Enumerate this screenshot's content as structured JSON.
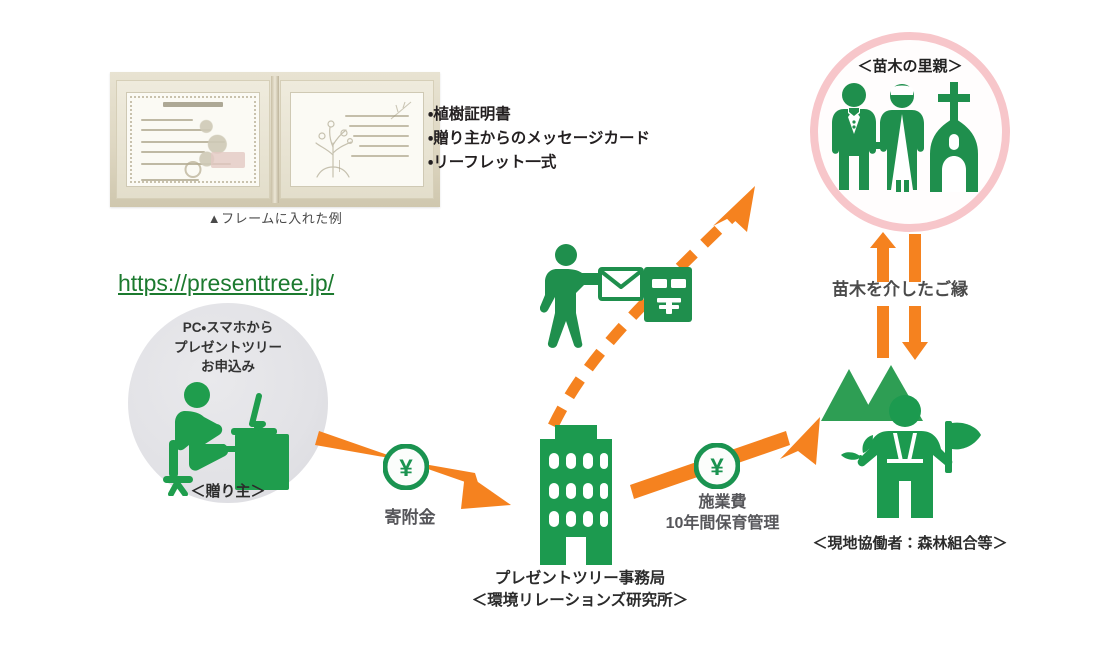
{
  "photo": {
    "caption": "▲フレームに入れた例",
    "alt_name": "framed-certificate-photo"
  },
  "deliverables": {
    "items": [
      "・植樹証明書",
      "・贈り主からのメッセージカード",
      "・リーフレット一式"
    ]
  },
  "site": {
    "url": "https://presenttree.jp/"
  },
  "giver": {
    "circle_text_line1": "PC・スマホから",
    "circle_text_line2": "プレゼントツリー",
    "circle_text_line3": "お申込み",
    "label": "＜贈り主＞",
    "icon": "person-at-computer-icon"
  },
  "donation": {
    "label": "寄附金",
    "coin_symbol": "¥",
    "coin_icon": "yen-coin-icon",
    "arrow_icon": "arrow-right-down-icon"
  },
  "office": {
    "label_line1": "プレゼントツリー事務局",
    "label_line2": "＜環境リレーションズ研究所＞",
    "icon": "office-building-icon"
  },
  "work_fee": {
    "label_line1": "施業費",
    "label_line2": "10年間保育管理",
    "coin_symbol": "¥",
    "coin_icon": "yen-coin-icon",
    "arrow_icon": "arrow-right-up-icon"
  },
  "postman": {
    "icon": "person-mailing-letter-icon",
    "mailbox_symbol": "〒",
    "envelope_icon": "envelope-icon",
    "dashed_arrow_icon": "dashed-arrow-up-right-icon"
  },
  "foster": {
    "label": "＜苗木の里親＞",
    "icon": "wedding-couple-and-church-icon"
  },
  "bond": {
    "label": "苗木を介したご縁",
    "up_arrow_icon": "arrow-up-icon",
    "down_arrow_icon": "arrow-down-icon"
  },
  "forester": {
    "label": "＜現地協働者：森林組合等＞",
    "icon": "forest-worker-with-seedling-icon"
  },
  "colors": {
    "green": "#1c9a4f",
    "dark_green": "#1c7a2f",
    "orange": "#f5821f",
    "pink": "#f7c6ca",
    "grey_circle": "#e4e4e8",
    "text": "#3f3f3f"
  }
}
